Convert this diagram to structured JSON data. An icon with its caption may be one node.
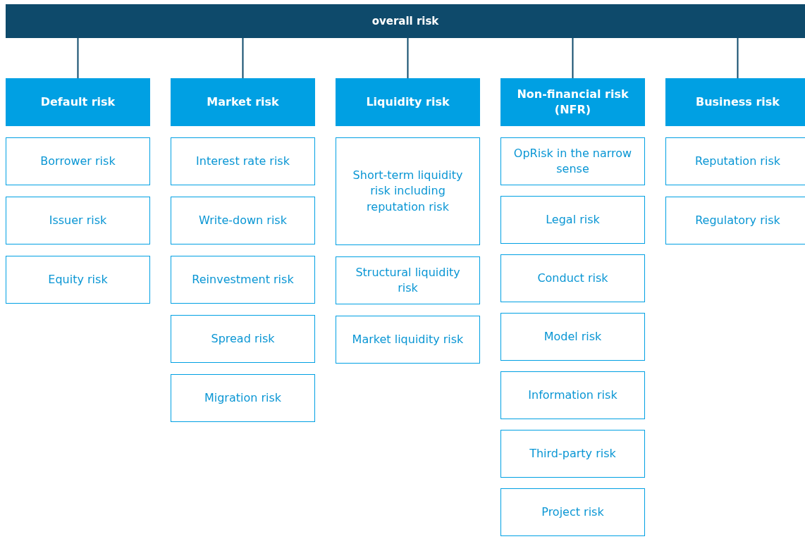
{
  "diagram": {
    "nodes": [
      {
        "text": [
          "overall risk"
        ]
      },
      {
        "text": [
          "Default risk"
        ]
      },
      {
        "text": [
          "Borrower risk"
        ]
      },
      {
        "text": [
          "Issuer risk"
        ]
      },
      {
        "text": [
          "Equity risk"
        ]
      },
      {
        "text": [
          "Market risk"
        ]
      },
      {
        "text": [
          "Interest rate risk"
        ]
      },
      {
        "text": [
          "Write-down risk"
        ]
      },
      {
        "text": [
          "Reinvestment risk"
        ]
      },
      {
        "text": [
          "Spread risk"
        ]
      },
      {
        "text": [
          "Migration risk"
        ]
      },
      {
        "text": [
          "Liquidity risk"
        ]
      },
      {
        "text": [
          "Short-term liquidity risk including reputation risk"
        ]
      },
      {
        "text": [
          "Structural liquidity risk"
        ]
      },
      {
        "text": [
          "Market liquidity risk"
        ]
      },
      {
        "text": [
          "Non-financial risk (NFR)"
        ]
      },
      {
        "text": [
          "OpRisk in the narrow sense"
        ]
      },
      {
        "text": [
          "Legal risk"
        ]
      },
      {
        "text": [
          "Conduct risk"
        ]
      },
      {
        "text": [
          "Model risk"
        ]
      },
      {
        "text": [
          "Information risk"
        ]
      },
      {
        "text": [
          "Third-party risk"
        ]
      },
      {
        "text": [
          "Project risk"
        ]
      },
      {
        "text": [
          "Business risk"
        ]
      },
      {
        "text": [
          "Reputation risk"
        ]
      },
      {
        "text": [
          "Regulatory risk"
        ]
      }
    ],
    "edges": [
      {
        "from": 0,
        "to": 1,
        "arrow": "none"
      },
      {
        "from": 0,
        "to": 5,
        "arrow": "none"
      },
      {
        "from": 0,
        "to": 11,
        "arrow": "none"
      },
      {
        "from": 0,
        "to": 15,
        "arrow": "none"
      },
      {
        "from": 0,
        "to": 23,
        "arrow": "none"
      }
    ]
  }
}
